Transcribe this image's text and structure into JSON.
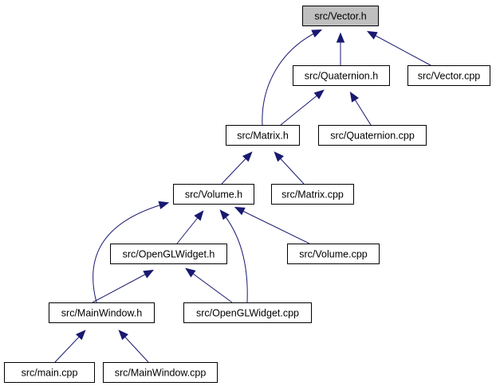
{
  "diagram": {
    "nodes": [
      {
        "id": "vector_h",
        "label": "src/Vector.h",
        "selected": true
      },
      {
        "id": "quaternion_h",
        "label": "src/Quaternion.h"
      },
      {
        "id": "vector_cpp",
        "label": "src/Vector.cpp"
      },
      {
        "id": "matrix_h",
        "label": "src/Matrix.h"
      },
      {
        "id": "quaternion_cpp",
        "label": "src/Quaternion.cpp"
      },
      {
        "id": "volume_h",
        "label": "src/Volume.h"
      },
      {
        "id": "matrix_cpp",
        "label": "src/Matrix.cpp"
      },
      {
        "id": "openglwidget_h",
        "label": "src/OpenGLWidget.h"
      },
      {
        "id": "volume_cpp",
        "label": "src/Volume.cpp"
      },
      {
        "id": "mainwindow_h",
        "label": "src/MainWindow.h"
      },
      {
        "id": "openglwidget_cpp",
        "label": "src/OpenGLWidget.cpp"
      },
      {
        "id": "main_cpp",
        "label": "src/main.cpp"
      },
      {
        "id": "mainwindow_cpp",
        "label": "src/MainWindow.cpp"
      }
    ],
    "edges": [
      {
        "from": "quaternion_h",
        "to": "vector_h"
      },
      {
        "from": "vector_cpp",
        "to": "vector_h"
      },
      {
        "from": "matrix_h",
        "to": "vector_h"
      },
      {
        "from": "matrix_h",
        "to": "quaternion_h"
      },
      {
        "from": "quaternion_cpp",
        "to": "quaternion_h"
      },
      {
        "from": "volume_h",
        "to": "matrix_h"
      },
      {
        "from": "matrix_cpp",
        "to": "matrix_h"
      },
      {
        "from": "openglwidget_h",
        "to": "volume_h"
      },
      {
        "from": "volume_cpp",
        "to": "volume_h"
      },
      {
        "from": "mainwindow_h",
        "to": "volume_h"
      },
      {
        "from": "openglwidget_cpp",
        "to": "volume_h"
      },
      {
        "from": "mainwindow_h",
        "to": "openglwidget_h"
      },
      {
        "from": "openglwidget_cpp",
        "to": "openglwidget_h"
      },
      {
        "from": "main_cpp",
        "to": "mainwindow_h"
      },
      {
        "from": "mainwindow_cpp",
        "to": "mainwindow_h"
      }
    ],
    "colors": {
      "edge": "#191970",
      "selected_fill": "#bfbfbf",
      "node_fill": "#ffffff",
      "node_stroke": "#000000"
    }
  }
}
